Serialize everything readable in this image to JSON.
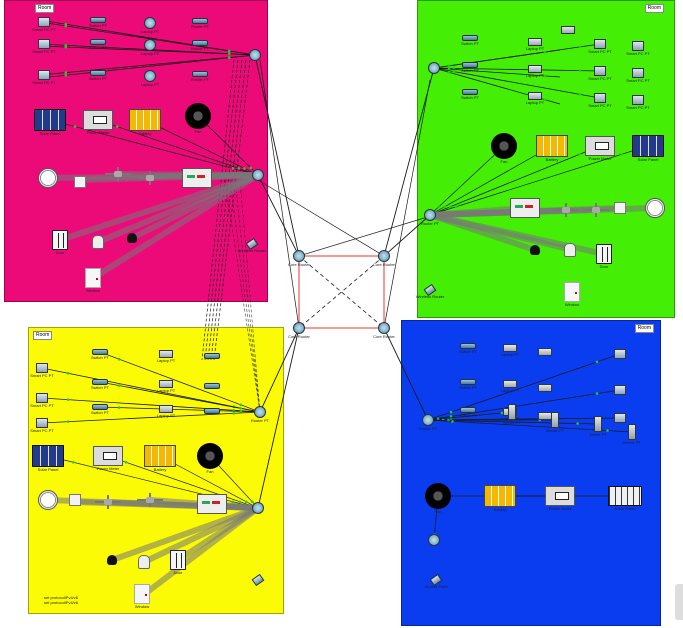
{
  "zones": {
    "pink": {
      "label": "Room",
      "color": "#ec0a78"
    },
    "green": {
      "label": "Room",
      "color": "#44ee05"
    },
    "yellow": {
      "label": "Room",
      "color": "#fbfb05"
    },
    "blue": {
      "label": "Room",
      "color": "#0a3cf0"
    }
  },
  "pink_labels": [
    "Switch PT",
    "Router PT",
    "Smart PC PT",
    "Laptop PT",
    "Smart PC PT",
    "Solar Panel",
    "Power Meter",
    "Battery",
    "Fan",
    "Door",
    "Window",
    "Wireless Router"
  ],
  "green_labels": [
    "Switch PT",
    "Router PT",
    "Laptop PT",
    "Smart PC PT",
    "Solar Panel",
    "Battery",
    "Power Meter",
    "Fan",
    "Door",
    "Window",
    "Wireless Router"
  ],
  "yellow_labels": [
    "Switch PT",
    "Router PT",
    "Laptop PT",
    "Smart PC PT",
    "Solar Panel",
    "Power Meter",
    "Battery",
    "Fan",
    "Door",
    "Window"
  ],
  "yellow_note": [
    "set protocolIPv4/v6",
    "set protocolIPv4/v6"
  ],
  "blue_labels": [
    "Switch PT",
    "Router PT",
    "Server PT",
    "Laptop PT",
    "Solar Panel",
    "Battery",
    "Power Meter",
    "Fan",
    "Access Point"
  ],
  "core_labels": [
    "Core Router",
    "Core Router",
    "Core Router",
    "Core Router"
  ],
  "colors": {
    "link": "#1a1a1a",
    "dashed": "#222222",
    "redlink": "#ee3333",
    "green_dot": "#22cc22"
  }
}
